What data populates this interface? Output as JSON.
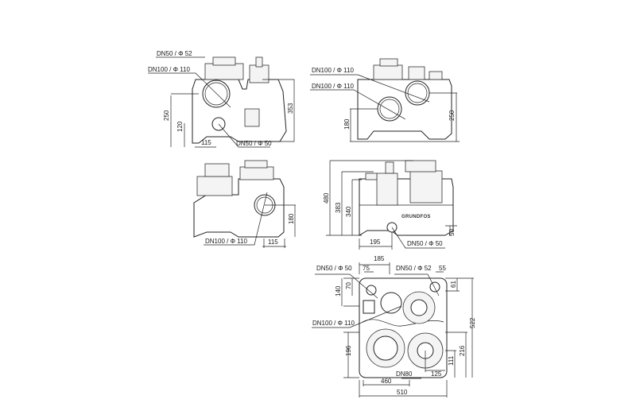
{
  "views": {
    "side_left": {
      "labels": [
        "DN50 /  Φ 52",
        "DN100 /  Φ 110",
        "DN50 /  Φ 50"
      ],
      "dims": [
        "250",
        "120",
        "115",
        "353"
      ]
    },
    "side_right": {
      "labels": [
        "DN100 /  Φ 110",
        "DN100 /  Φ 110"
      ],
      "dims": [
        "180",
        "250"
      ]
    },
    "back": {
      "labels": [
        "DN100 /  Φ 110"
      ],
      "dims": [
        "180",
        "115"
      ]
    },
    "front": {
      "logo": "GRUNDFOS",
      "labels": [
        "DN50 /  Φ 50"
      ],
      "dims": [
        "480",
        "383",
        "340",
        "195",
        "50"
      ]
    },
    "top": {
      "labels": [
        "DN50 /  Φ 50",
        "DN50 /  Φ 52",
        "DN100 /  Φ 110",
        "DN80"
      ],
      "dims": [
        "185",
        "75",
        "55",
        "70",
        "140",
        "61",
        "522",
        "196",
        "216",
        "111",
        "125",
        "460",
        "510"
      ]
    }
  }
}
